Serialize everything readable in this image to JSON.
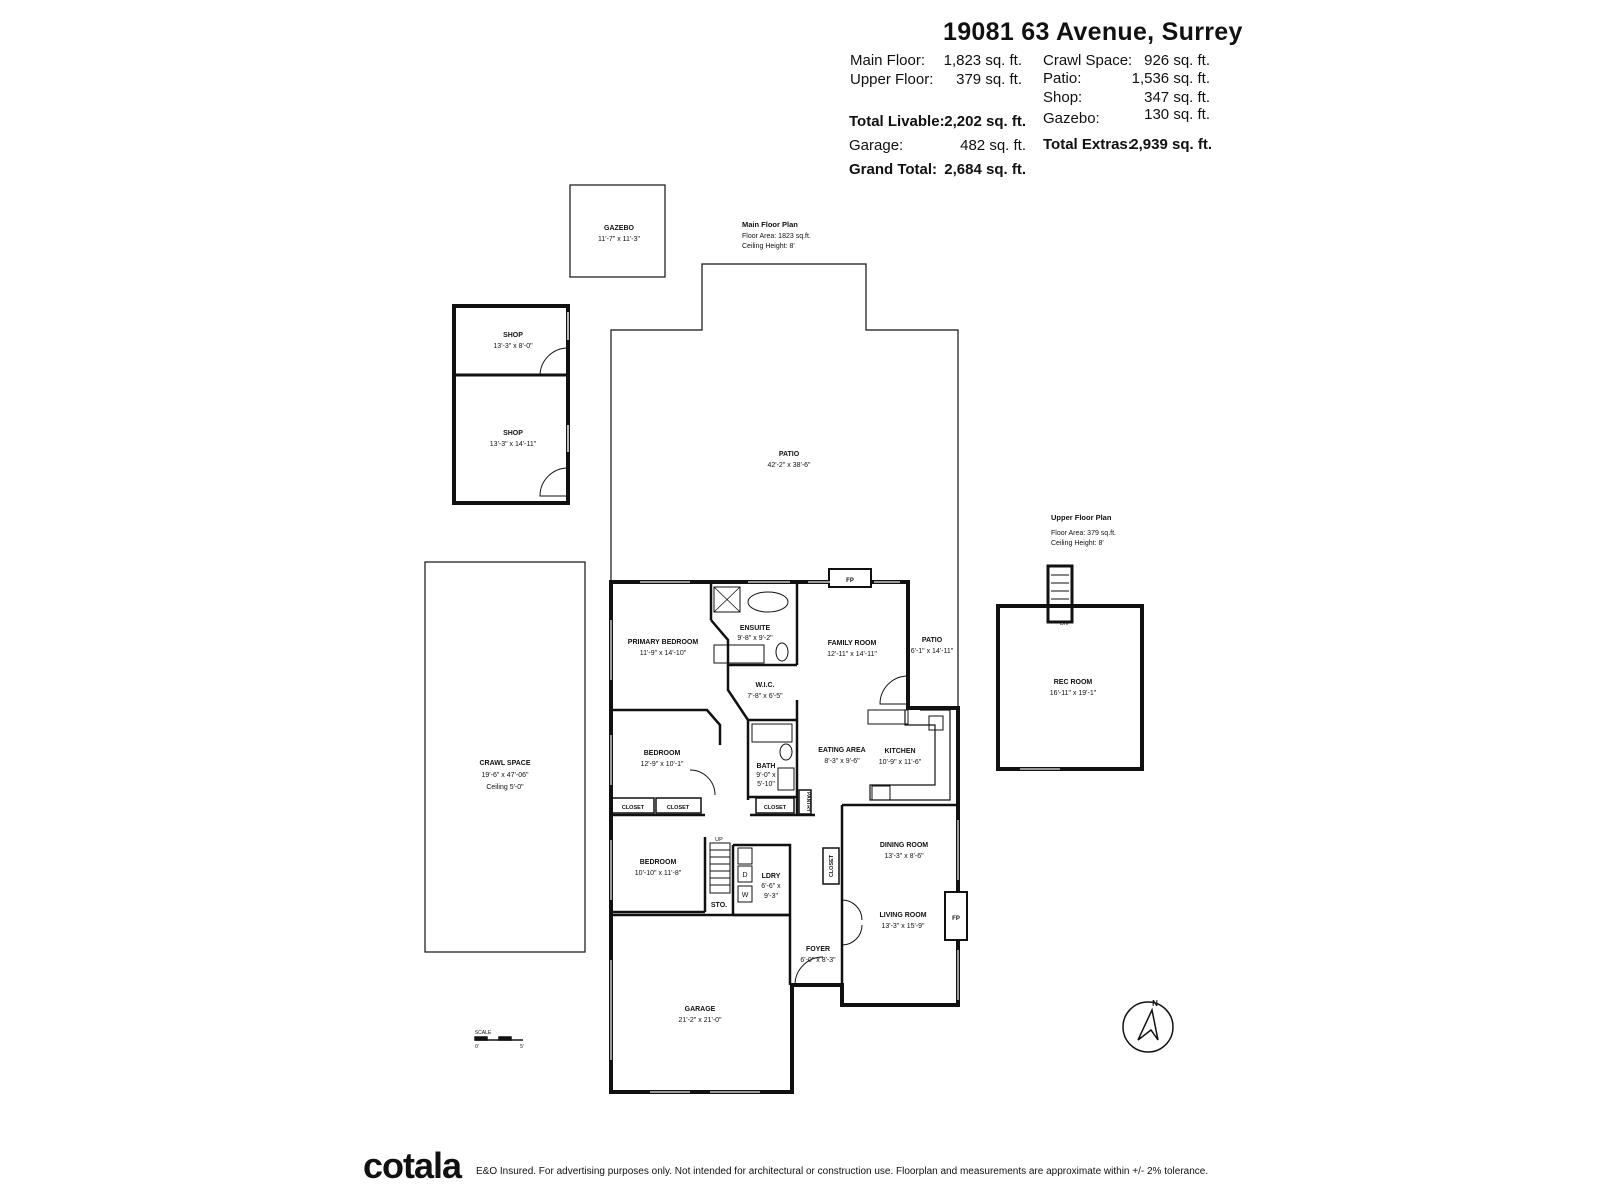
{
  "header": {
    "address": "19081 63 Avenue, Surrey",
    "main_floor_label": "Main Floor:",
    "main_floor_value": "1,823 sq. ft.",
    "upper_floor_label": "Upper Floor:",
    "upper_floor_value": "379 sq. ft.",
    "total_livable_label": "Total Livable:",
    "total_livable_value": "2,202 sq. ft.",
    "garage_label": "Garage:",
    "garage_value": "482 sq. ft.",
    "grand_total_label": "Grand Total:",
    "grand_total_value": "2,684 sq. ft.",
    "crawl_label": "Crawl Space:",
    "crawl_value": "926 sq. ft.",
    "patio_label": "Patio:",
    "patio_value": "1,536 sq. ft.",
    "shop_label": "Shop:",
    "shop_value": "347 sq. ft.",
    "gazebo_label": "Gazebo:",
    "gazebo_value": "130 sq. ft.",
    "total_extras_label": "Total Extras:",
    "total_extras_value": "2,939 sq. ft."
  },
  "main_plan": {
    "title": "Main Floor Plan",
    "area": "Floor Area: 1823 sq.ft.",
    "ceiling": "Ceiling Height: 8'"
  },
  "upper_plan": {
    "title": "Upper Floor Plan",
    "area": "Floor Area: 379 sq.ft.",
    "ceiling": "Ceiling Height: 8'"
  },
  "rooms": {
    "gazebo": {
      "name": "GAZEBO",
      "dims": "11'-7\" x 11'-3\""
    },
    "shop1": {
      "name": "SHOP",
      "dims": "13'-3\" x 8'-0\""
    },
    "shop2": {
      "name": "SHOP",
      "dims": "13'-3\" x 14'-11\""
    },
    "patio": {
      "name": "PATIO",
      "dims": "42'-2\" x 38'-6\""
    },
    "crawl": {
      "name": "CRAWL SPACE",
      "dims": "19'-6\" x 47'-06\"",
      "ceiling": "Ceiling 5'-0\""
    },
    "primary_bedroom": {
      "name": "PRIMARY BEDROOM",
      "dims": "11'-9\" x 14'-10\""
    },
    "ensuite": {
      "name": "ENSUITE",
      "dims": "9'-8\" x 9'-2\""
    },
    "wic": {
      "name": "W.I.C.",
      "dims": "7'-8\" x 6'-5\""
    },
    "family_room": {
      "name": "FAMILY ROOM",
      "dims": "12'-11\" x 14'-11\""
    },
    "side_patio": {
      "name": "PATIO",
      "dims": "6'-1\" x 14'-11\""
    },
    "bedroom1": {
      "name": "BEDROOM",
      "dims": "12'-9\" x 10'-1\""
    },
    "bath": {
      "name": "BATH",
      "dims": "9'-0\" x",
      "dims2": "5'-10\""
    },
    "eating_area": {
      "name": "EATING AREA",
      "dims": "8'-3\" x 9'-6\""
    },
    "kitchen": {
      "name": "KITCHEN",
      "dims": "10'-9\" x 11'-6\""
    },
    "bedroom2": {
      "name": "BEDROOM",
      "dims": "10'-10\" x 11'-8\""
    },
    "ldry": {
      "name": "LDRY",
      "dims": "6'-6\" x",
      "dims2": "9'-3\""
    },
    "sto": {
      "name": "STO."
    },
    "dining_room": {
      "name": "DINING ROOM",
      "dims": "13'-3\" x 8'-6\""
    },
    "living_room": {
      "name": "LIVING ROOM",
      "dims": "13'-3\" x 15'-9\""
    },
    "foyer": {
      "name": "FOYER",
      "dims": "6'-0\" x 8'-3\""
    },
    "garage": {
      "name": "GARAGE",
      "dims": "21'-2\" x 21'-0\""
    },
    "rec_room": {
      "name": "REC ROOM",
      "dims": "16'-11\" x 19'-1\""
    }
  },
  "labels": {
    "closet": "CLOSET",
    "pantry": "PANTRY",
    "fp": "FP",
    "up": "UP",
    "dn": "DN",
    "dryer": "D",
    "washer": "W",
    "scale": "SCALE",
    "scale_0": "0'",
    "scale_5": "5'",
    "north": "N"
  },
  "footer": {
    "logo": "cotala",
    "disclaimer": "E&O Insured. For advertising purposes only. Not intended for architectural or construction use. Floorplan and measurements are approximate within +/- 2% tolerance."
  }
}
